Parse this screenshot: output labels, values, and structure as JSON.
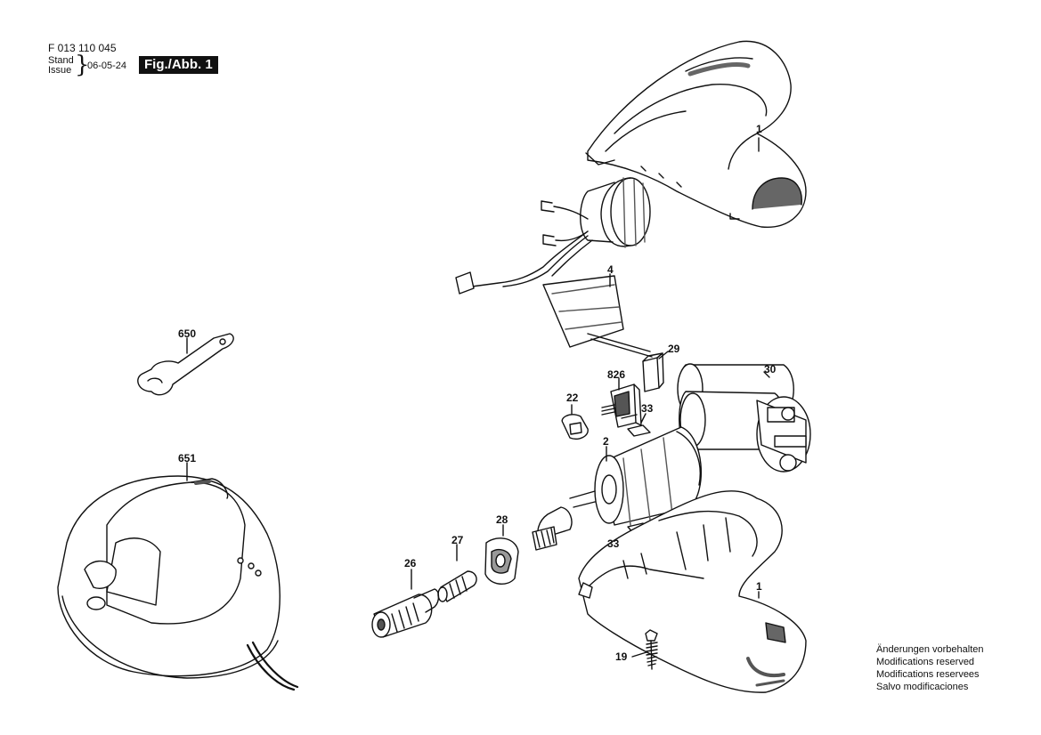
{
  "header": {
    "part_number": "F 013 110 045",
    "stand_label": "Stand",
    "issue_label": "Issue",
    "brace": "}",
    "date": "06-05-24",
    "figure_label": "Fig./Abb. 1"
  },
  "callouts": {
    "c1a": "1",
    "c4": "4",
    "c29": "29",
    "c30": "30",
    "c826": "826",
    "c22": "22",
    "c33a": "33",
    "c2": "2",
    "c650": "650",
    "c651": "651",
    "c28": "28",
    "c27": "27",
    "c33b": "33",
    "c26": "26",
    "c1b": "1",
    "c19": "19"
  },
  "notice": {
    "line1": "Änderungen vorbehalten",
    "line2": "Modifications reserved",
    "line3": "Modifications reservees",
    "line4": "Salvo modificaciones"
  }
}
